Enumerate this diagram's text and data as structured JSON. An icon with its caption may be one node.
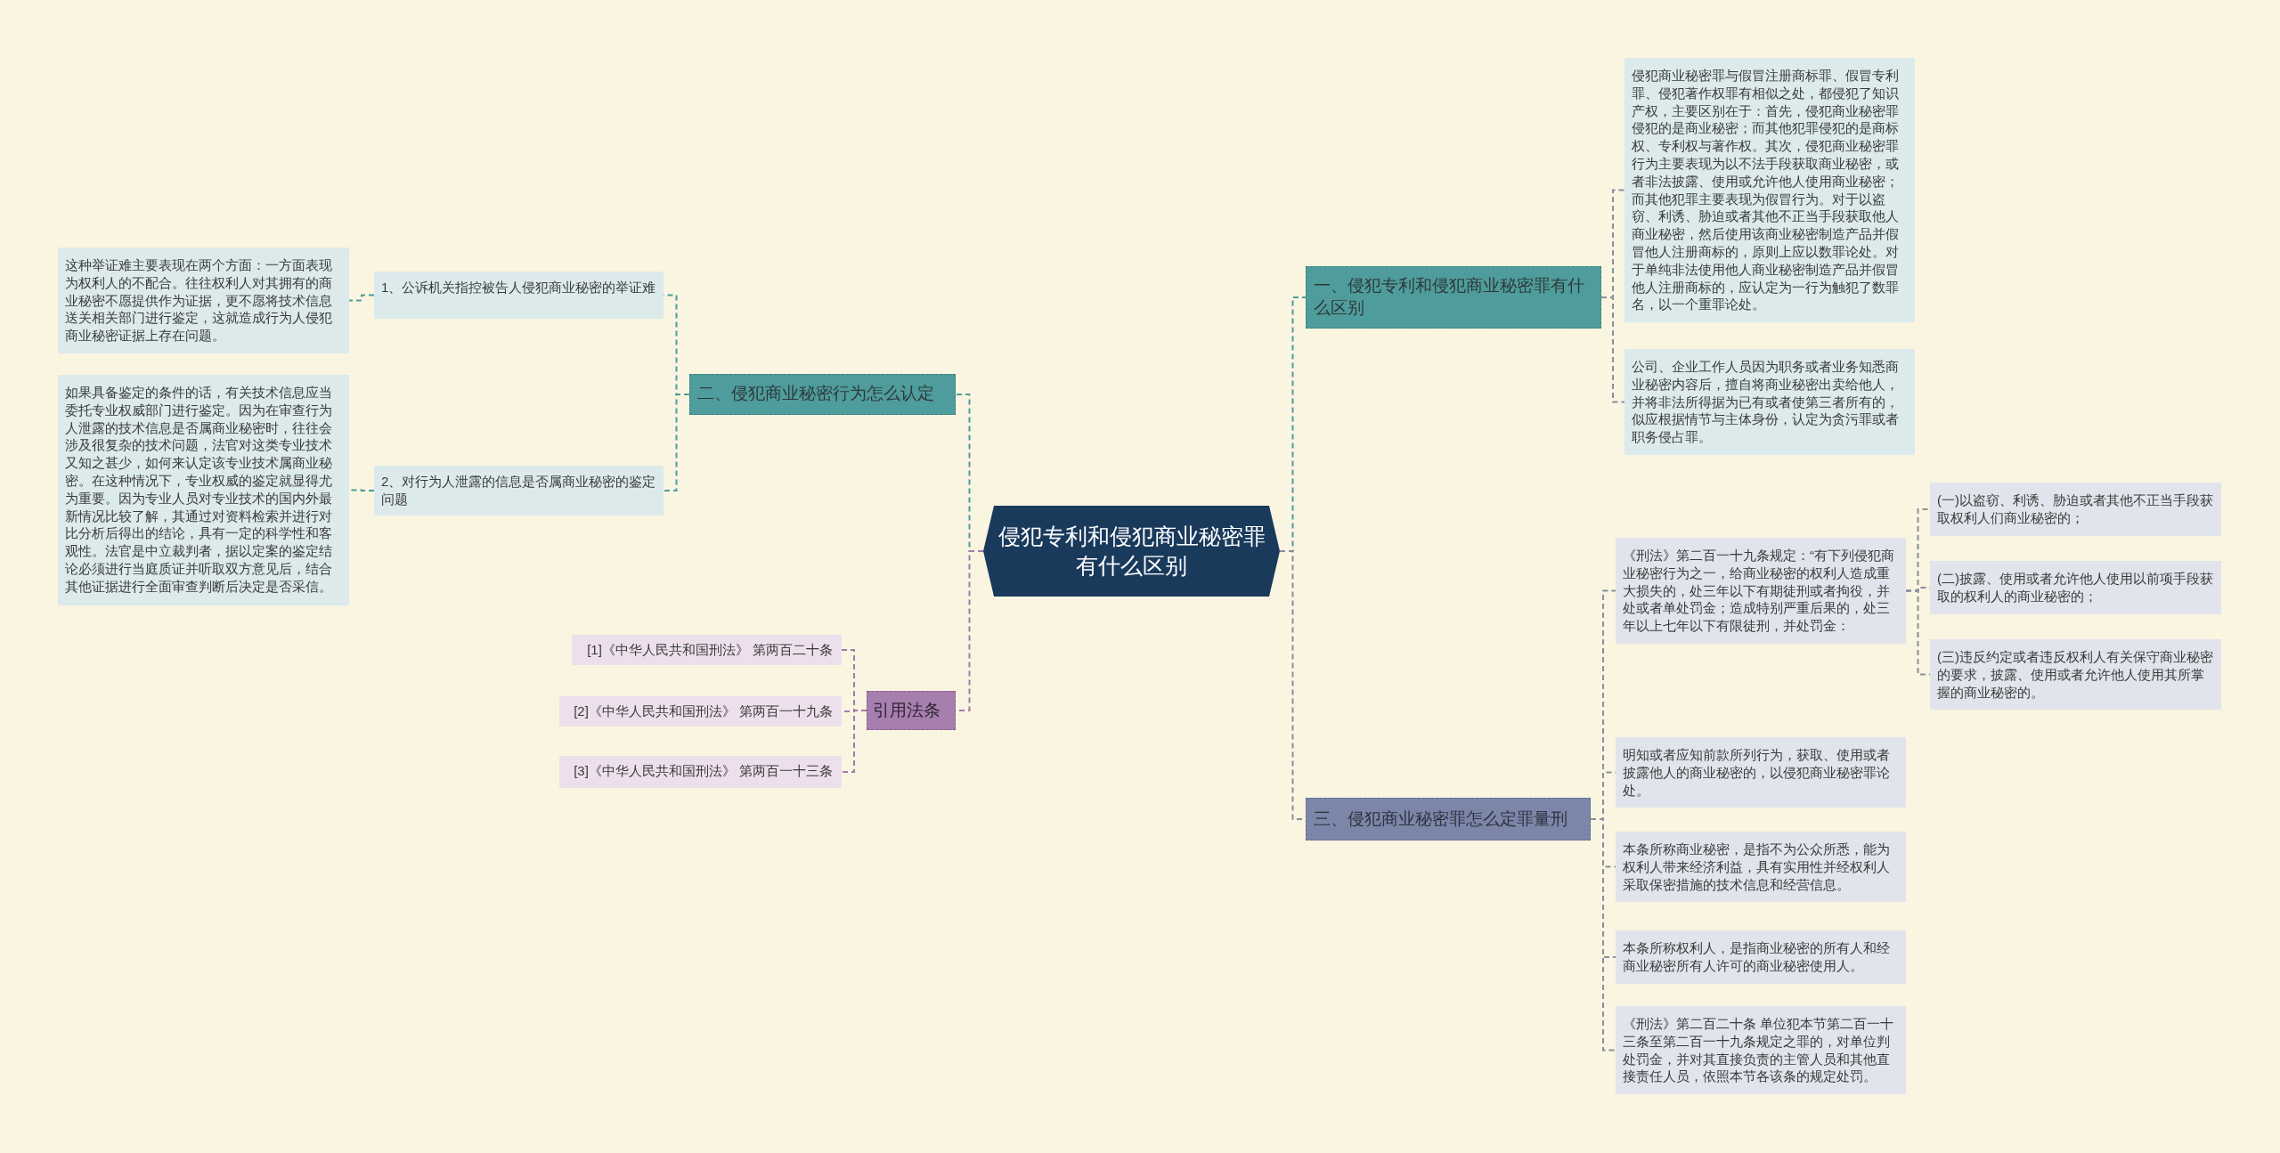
{
  "diagram": {
    "nodes": [
      {
        "text": [
          "侵犯专利和侵犯商业秘密罪有什么区别"
        ]
      },
      {
        "text": [
          "一、侵犯专利和侵犯商业秘密罪有什么区别"
        ]
      },
      {
        "text": [
          "侵犯商业秘密罪与假冒注册商标罪、假冒专利罪、侵犯著作权罪有相似之处，都侵犯了知识产权，主要区别在于：首先，侵犯商业秘密罪侵犯的是商业秘密；而其他犯罪侵犯的是商标权、专利权与著作权。其次，侵犯商业秘密罪行为主要表现为以不法手段获取商业秘密，或者非法披露、使用或允许他人使用商业秘密；而其他犯罪主要表现为假冒行为。对于以盗窃、利诱、胁迫或者其他不正当手段获取他人商业秘密，然后使用该商业秘密制造产品并假冒他人注册商标的，原则上应以数罪论处。对于单纯非法使用他人商业秘密制造产品并假冒他人注册商标的，应认定为一行为触犯了数罪名，以一个重罪论处。"
        ]
      },
      {
        "text": [
          "公司、企业工作人员因为职务或者业务知悉商业秘密内容后，擅自将商业秘密出卖给他人，并将非法所得据为已有或者使第三者所有的，似应根据情节与主体身份，认定为贪污罪或者职务侵占罪。"
        ]
      },
      {
        "text": [
          "二、侵犯商业秘密行为怎么认定"
        ]
      },
      {
        "text": [
          "1、公诉机关指控被告人侵犯商业秘密的举证难"
        ]
      },
      {
        "text": [
          "这种举证难主要表现在两个方面：一方面表现为权利人的不配合。往往权利人对其拥有的商业秘密不愿提供作为证据，更不愿将技术信息送关相关部门进行鉴定，这就造成行为人侵犯商业秘密证据上存在问题。"
        ]
      },
      {
        "text": [
          "2、对行为人泄露的信息是否属商业秘密的鉴定问题"
        ]
      },
      {
        "text": [
          "如果具备鉴定的条件的话，有关技术信息应当委托专业权威部门进行鉴定。因为在审查行为人泄露的技术信息是否属商业秘密时，往往会涉及很复杂的技术问题，法官对这类专业技术又知之甚少，如何来认定该专业技术属商业秘密。在这种情况下，专业权威的鉴定就显得尤为重要。因为专业人员对专业技术的国内外最新情况比较了解，其通过对资料检索并进行对比分析后得出的结论，具有一定的科学性和客观性。法官是中立裁判者，据以定案的鉴定结论必须进行当庭质证并听取双方意见后，结合其他证据进行全面审查判断后决定是否采信。"
        ]
      },
      {
        "text": [
          "三、侵犯商业秘密罪怎么定罪量刑"
        ]
      },
      {
        "text": [
          "《刑法》第二百一十九条规定：“有下列侵犯商业秘密行为之一，给商业秘密的权利人造成重大损失的，处三年以下有期徒刑或者拘役，并处或者单处罚金；造成特别严重后果的，处三年以上七年以下有限徒刑，并处罚金："
        ]
      },
      {
        "text": [
          "(一)以盗窃、利诱、胁迫或者其他不正当手段获取权利人们商业秘密的；"
        ]
      },
      {
        "text": [
          "(二)披露、使用或者允许他人使用以前项手段获取的权利人的商业秘密的；"
        ]
      },
      {
        "text": [
          "(三)违反约定或者违反权利人有关保守商业秘密的要求，披露、使用或者允许他人使用其所掌握的商业秘密的。"
        ]
      },
      {
        "text": [
          "明知或者应知前款所列行为，获取、使用或者披露他人的商业秘密的，以侵犯商业秘密罪论处。"
        ]
      },
      {
        "text": [
          "本条所称商业秘密，是指不为公众所悉，能为权利人带来经济利益，具有实用性并经权利人采取保密措施的技术信息和经营信息。"
        ]
      },
      {
        "text": [
          "本条所称权利人，是指商业秘密的所有人和经商业秘密所有人许可的商业秘密使用人。"
        ]
      },
      {
        "text": [
          "《刑法》第二百二十条 单位犯本节第二百一十三条至第二百一十九条规定之罪的，对单位判处罚金，并对其直接负责的主管人员和其他直接责任人员，依照本节各该条的规定处罚。"
        ]
      },
      {
        "text": [
          "引用法条"
        ]
      },
      {
        "text": [
          "[1]《中华人民共和国刑法》 第两百二十条"
        ]
      },
      {
        "text": [
          "[2]《中华人民共和国刑法》 第两百一十九条"
        ]
      },
      {
        "text": [
          "[3]《中华人民共和国刑法》 第两百一十三条"
        ]
      }
    ],
    "edges": [
      {
        "from": 0,
        "to": 1,
        "arrow": "none",
        "style": "dashed",
        "color": "#4e9c9b"
      },
      {
        "from": 1,
        "to": 2,
        "arrow": "none",
        "style": "dashed"
      },
      {
        "from": 1,
        "to": 3,
        "arrow": "none",
        "style": "dashed"
      },
      {
        "from": 0,
        "to": 4,
        "arrow": "none",
        "style": "dashed",
        "color": "#4e9c9b"
      },
      {
        "from": 4,
        "to": 5,
        "arrow": "none",
        "style": "dashed",
        "color": "#4e9c9b"
      },
      {
        "from": 5,
        "to": 6,
        "arrow": "none",
        "style": "dashed",
        "color": "#4e9c9b"
      },
      {
        "from": 4,
        "to": 7,
        "arrow": "none",
        "style": "dashed",
        "color": "#4e9c9b"
      },
      {
        "from": 7,
        "to": 8,
        "arrow": "none",
        "style": "dashed",
        "color": "#4e9c9b"
      },
      {
        "from": 0,
        "to": 9,
        "arrow": "none",
        "style": "dashed"
      },
      {
        "from": 9,
        "to": 10,
        "arrow": "none",
        "style": "dashed"
      },
      {
        "from": 10,
        "to": 11,
        "arrow": "none",
        "style": "dashed"
      },
      {
        "from": 10,
        "to": 12,
        "arrow": "none",
        "style": "dashed"
      },
      {
        "from": 10,
        "to": 13,
        "arrow": "none",
        "style": "dashed"
      },
      {
        "from": 9,
        "to": 14,
        "arrow": "none",
        "style": "dashed"
      },
      {
        "from": 9,
        "to": 15,
        "arrow": "none",
        "style": "dashed"
      },
      {
        "from": 9,
        "to": 16,
        "arrow": "none",
        "style": "dashed"
      },
      {
        "from": 9,
        "to": 17,
        "arrow": "none",
        "style": "dashed"
      },
      {
        "from": 0,
        "to": 18,
        "arrow": "none",
        "style": "dashed",
        "color": "#a47aa8"
      },
      {
        "from": 18,
        "to": 19,
        "arrow": "none",
        "style": "dashed",
        "color": "#a47aa8"
      },
      {
        "from": 18,
        "to": 20,
        "arrow": "none",
        "style": "dashed",
        "color": "#a47aa8"
      },
      {
        "from": 18,
        "to": 21,
        "arrow": "none",
        "style": "dashed",
        "color": "#a47aa8"
      }
    ]
  }
}
